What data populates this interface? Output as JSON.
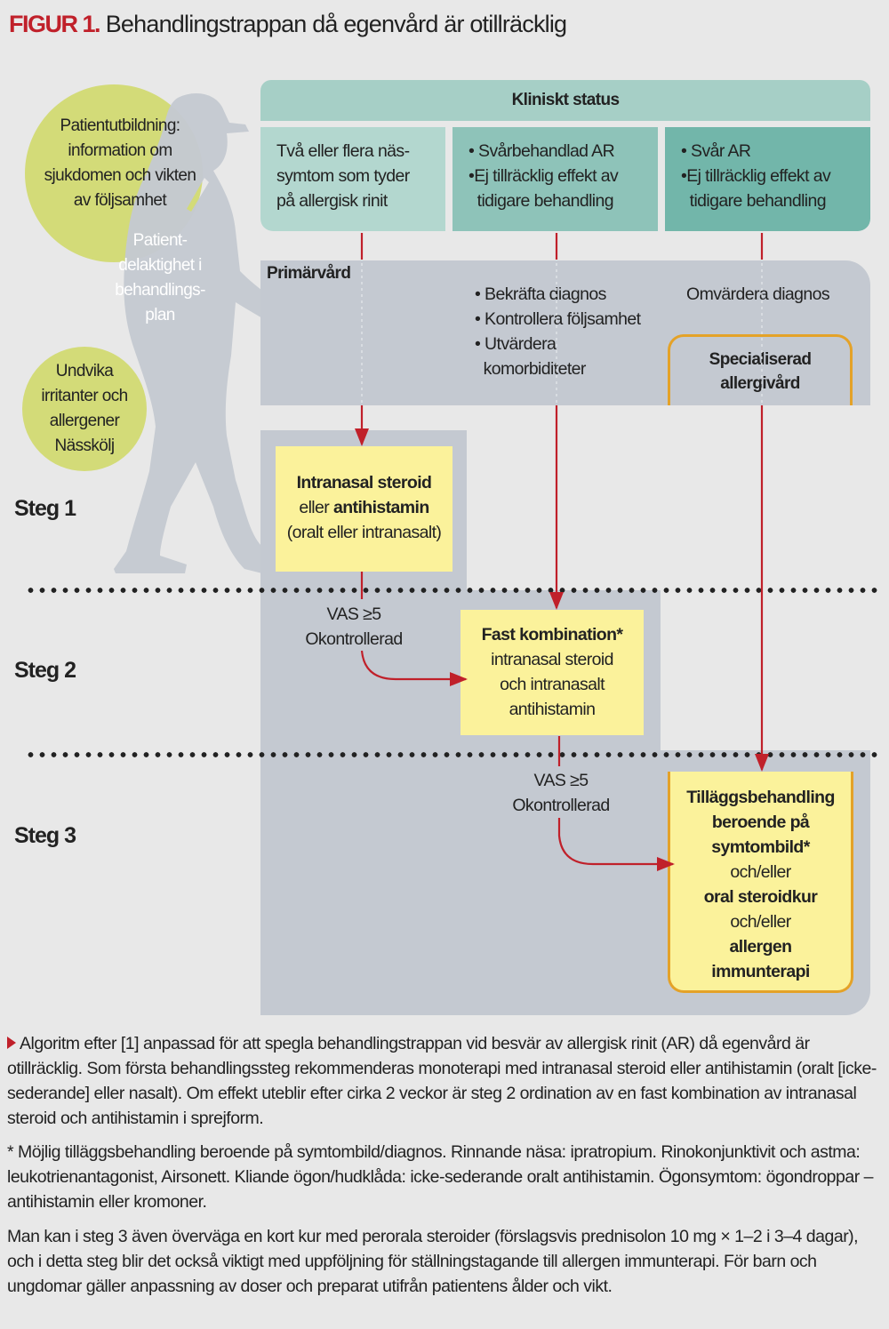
{
  "figure": {
    "label": "FIGUR 1.",
    "title": "Behandlingstrappan då egenvård är otillräcklig"
  },
  "colors": {
    "accent_red": "#c0202a",
    "arrow_red": "#c0202a",
    "yellow_box": "#fbf29b",
    "orange_border": "#e4a228",
    "grey_panel": "#c4c9d1",
    "green_circle": "#d3db78",
    "teal_header": "#a6cfc6",
    "teal_col1": "#b3d7cf",
    "teal_col2": "#8ec3b9",
    "teal_col3": "#72b6aa"
  },
  "left_panel": {
    "circle1": [
      "Patientutbildning:",
      "information om",
      "sjukdomen och vikten",
      "av följsamhet"
    ],
    "silhouette_text": [
      "Patient-",
      "delaktighet i",
      "behandlings-",
      "plan"
    ],
    "circle2": [
      "Undvika",
      "irritanter och",
      "allergener",
      "Nässkölj"
    ]
  },
  "clinical_status": {
    "header": "Kliniskt status",
    "columns": [
      {
        "lines": [
          "Två eller flera näs-",
          "symtom som tyder",
          "på allergisk rinit"
        ]
      },
      {
        "lines": [
          "• Svårbehandlad AR",
          "•Ej tillräcklig effekt av",
          "  tidigare behandling"
        ]
      },
      {
        "lines": [
          "• Svår AR",
          "•Ej tillräcklig effekt av",
          "  tidigare behandling"
        ]
      }
    ]
  },
  "primary_care": {
    "label": "Primärvård",
    "checklist": [
      "• Bekräfta diagnos",
      "• Kontrollera följsamhet",
      "• Utvärdera",
      "  komorbiditeter"
    ],
    "reassess": "Omvärdera diagnos",
    "specialist": [
      "Specialiserad",
      "allergivård"
    ]
  },
  "steps": {
    "step1": {
      "label": "Steg 1",
      "box": {
        "bold1": "Intranasal steroid",
        "plain": "eller ",
        "bold2": "antihistamin",
        "note": "(oralt eller intranasalt)"
      }
    },
    "step2": {
      "label": "Steg 2",
      "transition": [
        "VAS ≥5",
        "Okontrollerad"
      ],
      "box": {
        "bold": "Fast kombination*",
        "lines": [
          "intranasal steroid",
          "och intranasalt",
          "antihistamin"
        ]
      }
    },
    "step3": {
      "label": "Steg 3",
      "transition": [
        "VAS ≥5",
        "Okontrollerad"
      ],
      "box": {
        "bold1": [
          "Tilläggsbehandling",
          "beroende på",
          "symtombild*"
        ],
        "or1": "och/eller",
        "bold2": "oral steroidkur",
        "or2": "och/eller",
        "bold3": [
          "allergen",
          "immunterapi"
        ]
      }
    }
  },
  "caption": {
    "p1": "Algoritm efter [1] anpassad för att spegla behandlingstrappan vid besvär av allergisk rinit (AR) då egenvård är otillräcklig. Som första behandlingssteg rekommenderas monoterapi med intranasal steroid eller antihistamin (oralt [icke-sederande] eller nasalt). Om effekt uteblir efter cirka 2 veckor är steg 2 ordination av en fast kombination av intranasal steroid och antihistamin i sprejform.",
    "p2": "* Möjlig tilläggsbehandling beroende på symtombild/diagnos. Rinnande näsa: ipratropium. Rinokonjunktivit och astma: leukotrienantagonist, Airsonett. Kliande ögon/hudklåda: icke-sederande oralt antihistamin. Ögonsymtom: ögondroppar – antihistamin eller kromoner.",
    "p3": "Man kan i steg 3 även överväga en kort kur med perorala steroider (förslagsvis prednisolon 10 mg × 1–2 i 3–4 dagar), och i detta steg blir det också viktigt med uppföljning för ställningstagande till allergen immunterapi. För barn och ungdomar gäller anpassning av doser och preparat utifrån patientens ålder och vikt."
  }
}
